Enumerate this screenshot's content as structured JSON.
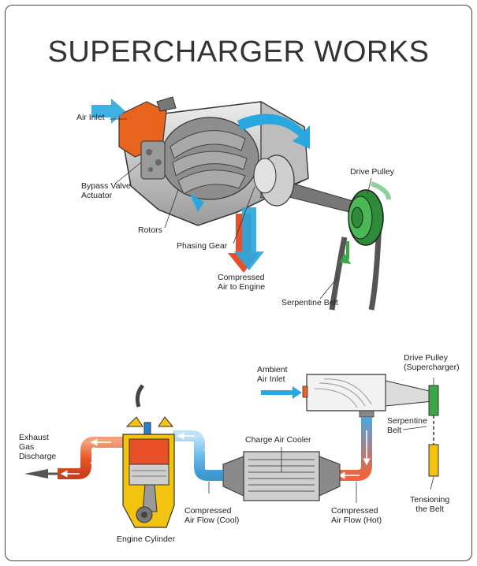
{
  "title": "SUPERCHARGER WORKS",
  "labels": {
    "air_inlet": "Air Inlet",
    "bypass_valve": "Bypass Valve\nActuator",
    "rotors": "Rotors",
    "phasing_gear": "Phasing Gear",
    "compressed_air_engine": "Compressed\nAir to Engine",
    "drive_pulley_top": "Drive Pulley",
    "serpentine_belt_top": "Serpentine Belt",
    "ambient_air_inlet": "Ambient\nAir Inlet",
    "drive_pulley_sc": "Drive Pulley\n(Supercharger)",
    "serpentine_belt_b": "Serpentine\nBelt",
    "tensioning_belt": "Tensioning\nthe Belt",
    "exhaust": "Exhaust\nGas\nDischarge",
    "charge_air_cooler": "Charge Air Cooler",
    "compressed_cool": "Compressed\nAir Flow (Cool)",
    "compressed_hot": "Compressed\nAir Flow (Hot)",
    "engine_cylinder": "Engine Cylinder"
  },
  "colors": {
    "blue_air": "#29a8e0",
    "hot_air": "#e8502a",
    "green": "#3aa846",
    "orange_part": "#e8641e",
    "yellow": "#f2c40f"
  }
}
